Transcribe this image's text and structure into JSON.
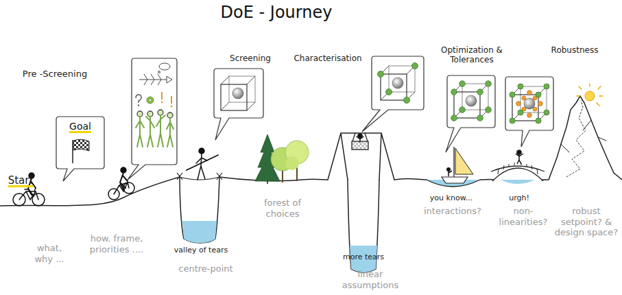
{
  "diagram": {
    "title": "DoE - Journey",
    "nodes": [
      {
        "text": [
          "Goal"
        ]
      }
    ],
    "labels": [
      "Pre -Screening",
      "Start",
      "what, why ...",
      "how. frame, priorities ....",
      "valley of tears",
      "centre-point",
      "Screening",
      "forest of choices",
      "Characterisation",
      "more tears",
      "linear assumptions",
      "Optimization & Tolerances",
      "you know...",
      "interactions?",
      "Robustness",
      "urgh!",
      "non-linearities?",
      "robust setpoint? & design space?"
    ]
  }
}
